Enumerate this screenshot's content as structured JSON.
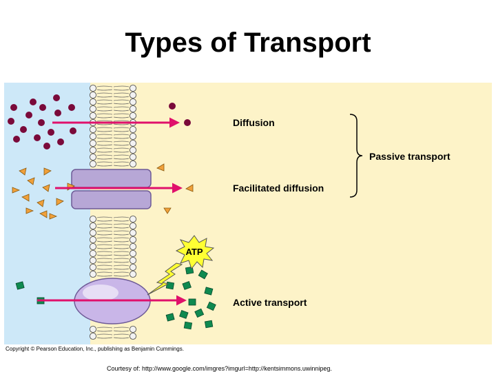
{
  "title": "Types of Transport",
  "labels": {
    "diffusion": "Diffusion",
    "facilitated": "Facilitated diffusion",
    "active": "Active transport",
    "passive": "Passive transport",
    "atp": "ATP"
  },
  "copyright": "Copyright © Pearson Education, Inc., publishing as Benjamin Cummings.",
  "courtesy": "Courtesy of: http://www.google.com/imgres?imgurl=http://kentsimmons.uwinnipeg.",
  "colors": {
    "outside": "#cde8f8",
    "inside": "#fdf3c8",
    "arrow": "#e0106b",
    "molecule": "#7a0a3a",
    "triangle": "#f0a03a",
    "square": "#0f8a50",
    "channel": "#b7a7d6",
    "pump": "#c9b6e8",
    "atp_burst": "#ffff33"
  }
}
